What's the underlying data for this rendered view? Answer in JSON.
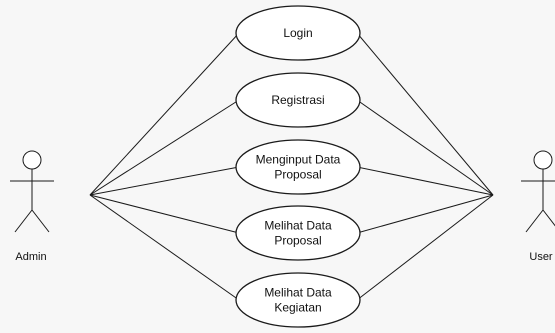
{
  "actors": {
    "left": {
      "label": "Admin"
    },
    "right": {
      "label": "User"
    }
  },
  "use_cases": [
    {
      "id": "login",
      "lines": [
        "Login"
      ]
    },
    {
      "id": "registrasi",
      "lines": [
        "Registrasi"
      ]
    },
    {
      "id": "menginput-data-proposal",
      "lines": [
        "Menginput Data",
        "Proposal"
      ]
    },
    {
      "id": "melihat-data-proposal",
      "lines": [
        "Melihat Data",
        "Proposal"
      ]
    },
    {
      "id": "melihat-data-kegiatan",
      "lines": [
        "Melihat Data",
        "Kegiatan"
      ]
    }
  ]
}
